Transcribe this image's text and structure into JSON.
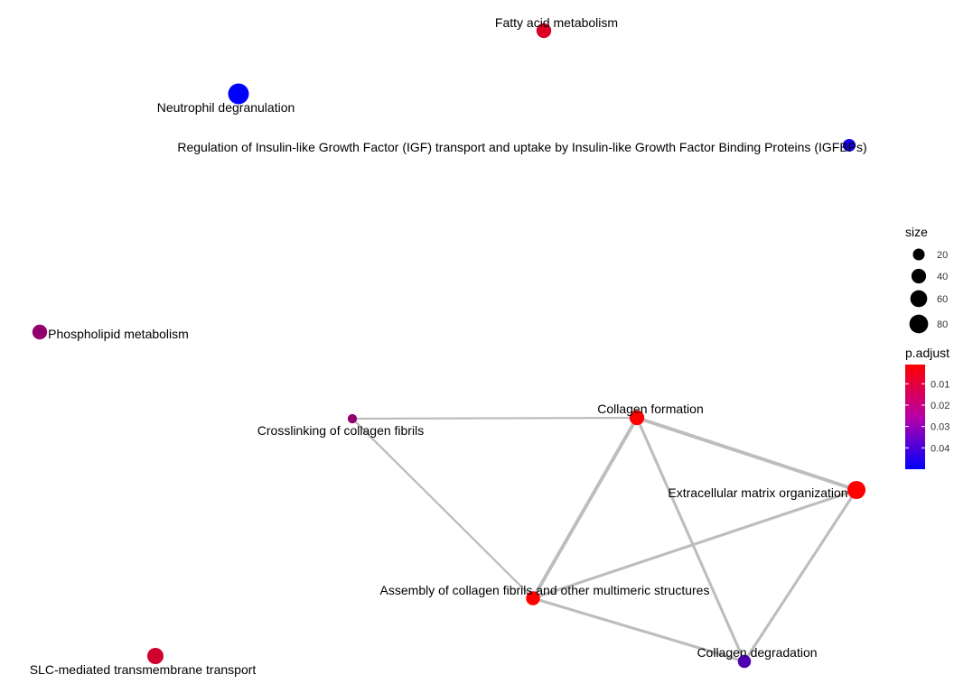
{
  "chart_data": {
    "type": "network",
    "nodes": [
      {
        "id": "fatty",
        "label": "Fatty acid metabolism",
        "size": 30,
        "p_adjust": 0.008
      },
      {
        "id": "neutro",
        "label": "Neutrophil degranulation",
        "size": 80,
        "p_adjust": 0.05
      },
      {
        "id": "igf",
        "label": "Regulation of Insulin-like Growth Factor (IGF) transport and uptake by Insulin-like Growth Factor Binding Proteins (IGFBPs)",
        "size": 18,
        "p_adjust": 0.046
      },
      {
        "id": "phospho",
        "label": "Phospholipid metabolism",
        "size": 30,
        "p_adjust": 0.022
      },
      {
        "id": "crosslink",
        "label": "Crosslinking of collagen fibrils",
        "size": 5,
        "p_adjust": 0.022
      },
      {
        "id": "colform",
        "label": "Collagen formation",
        "size": 30,
        "p_adjust": 0.001
      },
      {
        "id": "ecm",
        "label": "Extracellular matrix organization",
        "size": 55,
        "p_adjust": 0.001
      },
      {
        "id": "assembly",
        "label": "Assembly of collagen fibrils and other multimeric structures",
        "size": 25,
        "p_adjust": 0.001
      },
      {
        "id": "coldeg",
        "label": "Collagen degradation",
        "size": 20,
        "p_adjust": 0.035
      },
      {
        "id": "slc",
        "label": "SLC-mediated transmembrane transport",
        "size": 40,
        "p_adjust": 0.01
      }
    ],
    "edges": [
      {
        "source": "crosslink",
        "target": "colform",
        "weight": 1
      },
      {
        "source": "crosslink",
        "target": "assembly",
        "weight": 1
      },
      {
        "source": "colform",
        "target": "assembly",
        "weight": 3
      },
      {
        "source": "colform",
        "target": "ecm",
        "weight": 3
      },
      {
        "source": "colform",
        "target": "coldeg",
        "weight": 2
      },
      {
        "source": "ecm",
        "target": "assembly",
        "weight": 2
      },
      {
        "source": "ecm",
        "target": "coldeg",
        "weight": 2
      },
      {
        "source": "assembly",
        "target": "coldeg",
        "weight": 2
      }
    ],
    "legend_size": {
      "title": "size",
      "values": [
        20,
        40,
        60,
        80
      ]
    },
    "legend_color": {
      "title": "p.adjust",
      "ticks": [
        0.01,
        0.02,
        0.03,
        0.04
      ],
      "min": 0.001,
      "max": 0.05,
      "low_color": "#ff0000",
      "high_color": "#0000ff"
    },
    "colors": {
      "edge": "#bdbdbd",
      "background": "#ffffff"
    }
  }
}
